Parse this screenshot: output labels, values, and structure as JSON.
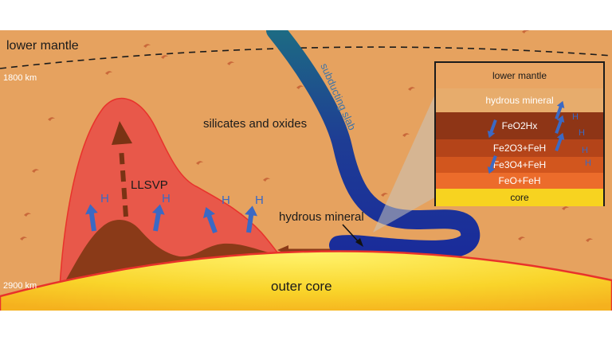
{
  "labels": {
    "lower_mantle": "lower mantle",
    "depth_1800": "1800 km",
    "depth_2900": "2900 km",
    "subducting_slab": "subducting slab",
    "silicates_oxides": "silicates and oxides",
    "llsvp": "LLSVP",
    "hydrous_mineral": "hydrous mineral",
    "outer_core": "outer core",
    "hydrogen": "H"
  },
  "inset": {
    "layers": [
      {
        "label": "lower mantle",
        "color": "#e9a563",
        "text_color": "#1a1a1a"
      },
      {
        "label": "hydrous mineral",
        "color": "#e7ac6c",
        "text_color": "#ffffff"
      },
      {
        "label": "FeO2Hx",
        "color": "#8e3516",
        "text_color": "#ffffff"
      },
      {
        "label": "Fe2O3+FeH",
        "color": "#b44419",
        "text_color": "#ffffff"
      },
      {
        "label": "Fe3O4+FeH",
        "color": "#d2561e",
        "text_color": "#ffffff"
      },
      {
        "label": "FeO+FeH",
        "color": "#ec6c2b",
        "text_color": "#ffffff"
      },
      {
        "label": "core",
        "color": "#f7d320",
        "text_color": "#1a1a1a"
      }
    ]
  },
  "colors": {
    "mantle": "#e6a25f",
    "llsvp": "#e8584a",
    "pile": "#8a3a18",
    "slab": "#1f3f9a",
    "core": "#f8cf22",
    "core_rim": "#e8322b",
    "hydrogen_arrow": "#3b69c4"
  }
}
